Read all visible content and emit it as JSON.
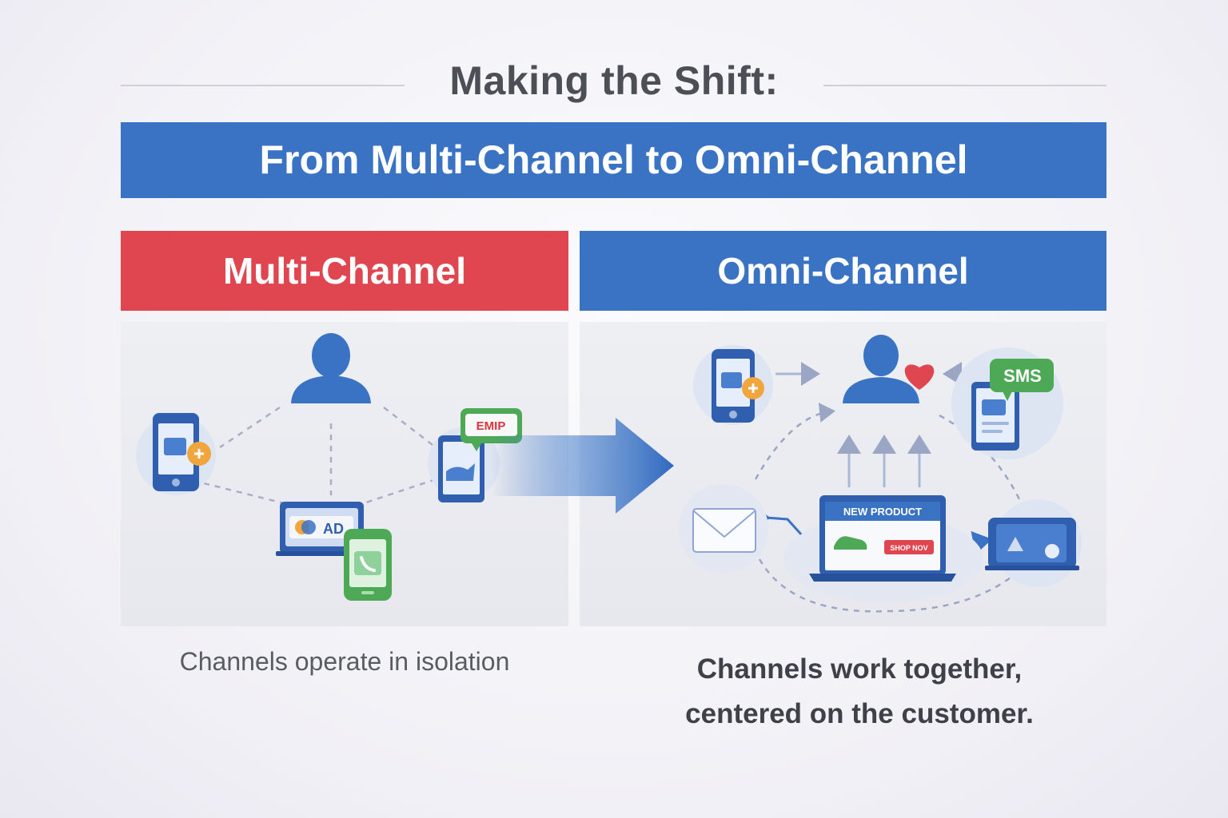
{
  "title": "Making the Shift:",
  "banner": "From Multi-Channel to Omni-Channel",
  "left": {
    "heading": "Multi-Channel",
    "caption": "Channels operate in isolation",
    "email_badge": "EMIP",
    "ad_label": "AD",
    "color": "#e0464f"
  },
  "right": {
    "heading": "Omni-Channel",
    "caption_line1": "Channels work together,",
    "caption_line2": "centered on the customer.",
    "sms_badge": "SMS",
    "product_title": "NEW PRODUCT",
    "shop_button": "SHOP NOV",
    "color": "#3a73c4"
  }
}
